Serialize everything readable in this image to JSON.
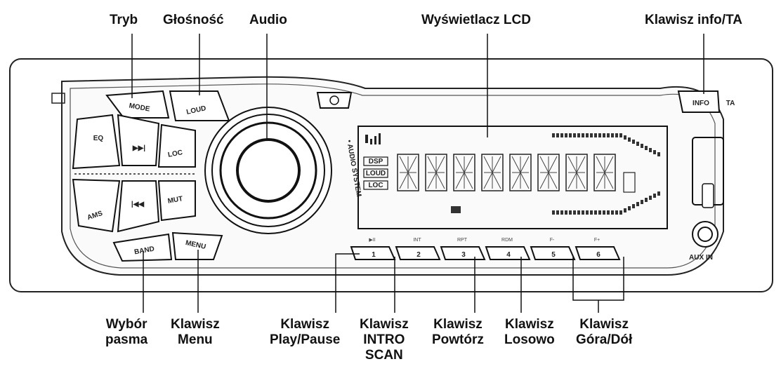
{
  "callouts_top": {
    "tryb": "Tryb",
    "glosnosc": "Głośność",
    "audio": "Audio",
    "lcd": "Wyświetlacz LCD",
    "info_ta": "Klawisz info/TA"
  },
  "callouts_bottom": {
    "band": [
      "Wybór",
      "pasma"
    ],
    "menu": [
      "Klawisz",
      "Menu"
    ],
    "play": [
      "Klawisz",
      "Play/Pause"
    ],
    "intro": [
      "Klawisz",
      "INTRO",
      "SCAN"
    ],
    "repeat": [
      "Klawisz",
      "Powtórz"
    ],
    "random": [
      "Klawisz",
      "Losowo"
    ],
    "updown": [
      "Klawisz",
      "Góra/Dół"
    ]
  },
  "panel": {
    "mode": "MODE",
    "loud": "LOUD",
    "eq": "EQ",
    "next": "▶▶|",
    "loc": "LOC",
    "mut": "MUT",
    "prev": "|◀◀",
    "ams": "AMS",
    "band": "BAND",
    "menu": "MENU",
    "info": "INFO",
    "ta": "TA",
    "aux": "AUX IN",
    "audio_system": "• AUDIO SYSTEM",
    "lcd_tags": [
      "DSP",
      "LOUD",
      "LOC"
    ],
    "presets": [
      {
        "num": "1",
        "label": "▶II"
      },
      {
        "num": "2",
        "label": "INT"
      },
      {
        "num": "3",
        "label": "RPT"
      },
      {
        "num": "4",
        "label": "RDM"
      },
      {
        "num": "5",
        "label": "F-"
      },
      {
        "num": "6",
        "label": "F+"
      }
    ]
  }
}
